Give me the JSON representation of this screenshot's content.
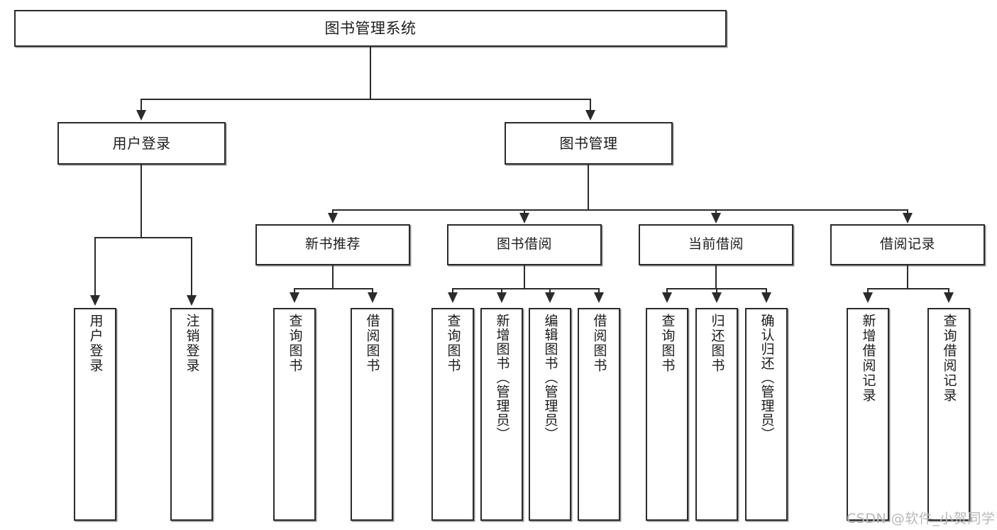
{
  "diagram": {
    "type": "tree-hierarchy",
    "title": "图书管理系统",
    "watermark": "CSDN @软件_小贺同学",
    "colors": {
      "box_border": "#2b2b2b",
      "box_fill": "#ffffff",
      "connector": "#2b2b2b",
      "text": "#1c1c1c",
      "watermark": "#b8b8b8",
      "background": "#ffffff"
    },
    "root": {
      "label": "图书管理系统"
    },
    "level2": [
      {
        "label": "用户登录"
      },
      {
        "label": "图书管理"
      }
    ],
    "level3": [
      {
        "label": "新书推荐"
      },
      {
        "label": "图书借阅"
      },
      {
        "label": "当前借阅"
      },
      {
        "label": "借阅记录"
      }
    ],
    "leaves": {
      "user_login": [
        {
          "label": "用户登录"
        },
        {
          "label": "注销登录"
        }
      ],
      "new_book_recommend": [
        {
          "label": "查询图书"
        },
        {
          "label": "借阅图书"
        }
      ],
      "book_borrow": [
        {
          "label": "查询图书"
        },
        {
          "label": "新增图书（管理员）"
        },
        {
          "label": "编辑图书（管理员）"
        },
        {
          "label": "借阅图书"
        }
      ],
      "current_borrow": [
        {
          "label": "查询图书"
        },
        {
          "label": "归还图书"
        },
        {
          "label": "确认归还（管理员）"
        }
      ],
      "borrow_record": [
        {
          "label": "新增借阅记录"
        },
        {
          "label": "查询借阅记录"
        }
      ]
    }
  }
}
